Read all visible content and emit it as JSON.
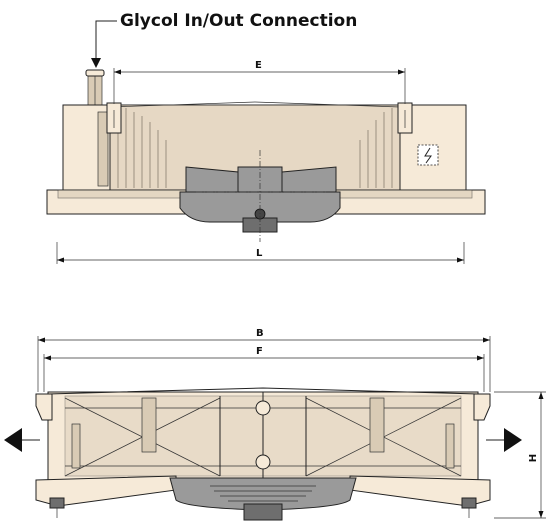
{
  "callout": {
    "label": "Glycol In/Out Connection"
  },
  "dimensions": {
    "e": "E",
    "l": "L",
    "b": "B",
    "f": "F",
    "h": "H"
  },
  "colors": {
    "unit_body": "#f6ead8",
    "unit_shade": "#d9cbb5",
    "fan_housing": "#9a9a9a",
    "motor": "#6e6e6e",
    "outline": "#222222"
  },
  "icons": [
    "electrical-junction-box-icon",
    "airflow-arrow-left-icon",
    "airflow-arrow-right-icon"
  ]
}
